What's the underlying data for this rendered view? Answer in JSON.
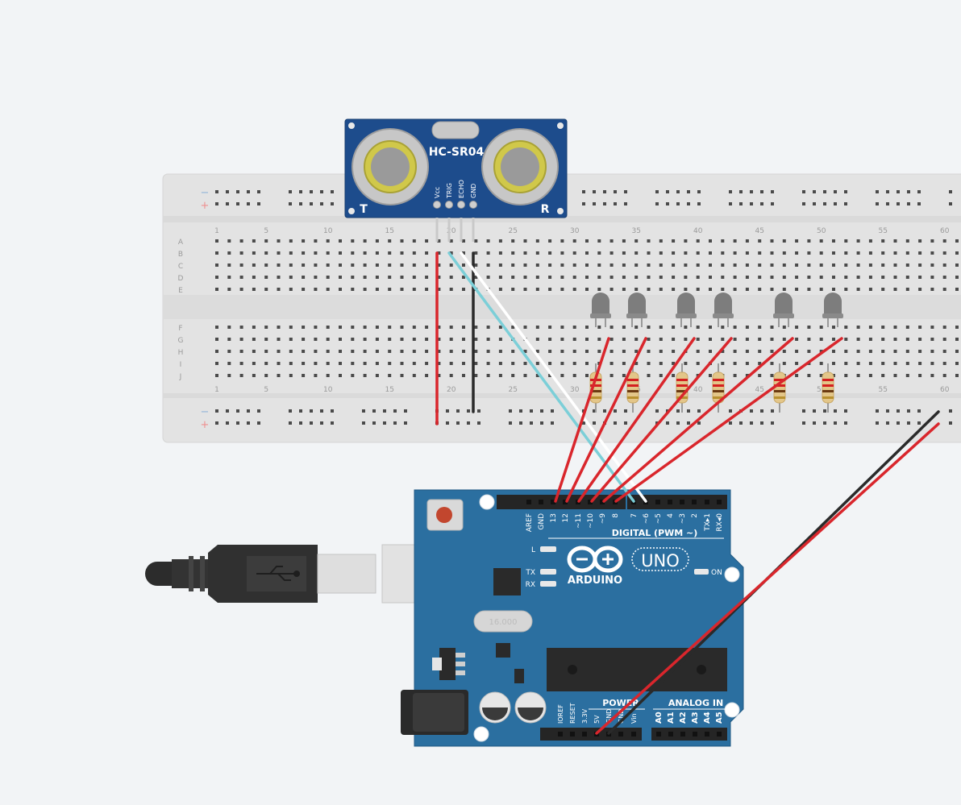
{
  "breadboard": {
    "rail_minus": "−",
    "rail_plus": "+",
    "row_letters": [
      "A",
      "B",
      "C",
      "D",
      "E",
      "F",
      "G",
      "H",
      "I",
      "J"
    ],
    "column_numbers": [
      "1",
      "5",
      "10",
      "15",
      "20",
      "25",
      "30",
      "35",
      "40",
      "45",
      "50",
      "55",
      "60"
    ]
  },
  "sensor": {
    "model": "HC-SR04",
    "pins": [
      "Vcc",
      "TRIG",
      "ECHO",
      "GND"
    ],
    "left_mark": "T",
    "right_mark": "R"
  },
  "arduino": {
    "logo_text": "ARDUINO",
    "uno_label": "UNO",
    "on_label": "ON",
    "l_label": "L",
    "tx_label": "TX",
    "rx_label": "RX",
    "crystal_label": "16.000",
    "digital_label": "DIGITAL (PWM ~)",
    "digital_pins": [
      "AREF",
      "GND",
      "13",
      "12",
      "~11",
      "~10",
      "~9",
      "8",
      "7",
      "~6",
      "~5",
      "4",
      "~3",
      "2",
      "TX▸1",
      "RX◂0"
    ],
    "power_label": "POWER",
    "power_pins": [
      "IOREF",
      "RESET",
      "3.3V",
      "5V",
      "GND",
      "GND",
      "Vin"
    ],
    "analog_label": "ANALOG IN",
    "analog_pins": [
      "A0",
      "A1",
      "A2",
      "A3",
      "A4",
      "A5"
    ]
  },
  "colors": {
    "board_blue": "#2b6fa0",
    "wire_red": "#d9262c",
    "wire_black": "#2a2a2a",
    "wire_cyan": "#7ccfd8",
    "wire_white": "#ffffff",
    "sensor_blue": "#1d4c8c"
  },
  "components": {
    "led_count": 6,
    "resistor_count": 6
  }
}
